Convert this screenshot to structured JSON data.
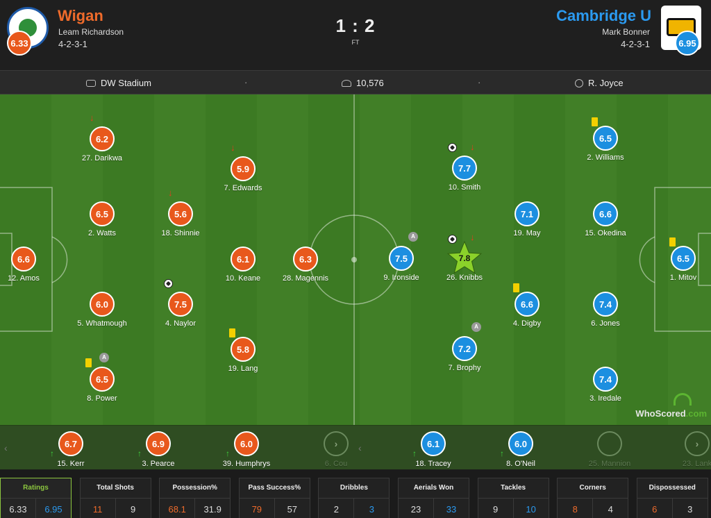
{
  "match": {
    "home": {
      "name": "Wigan",
      "manager": "Leam Richardson",
      "formation": "4-2-3-1",
      "rating": "6.33",
      "color": "#e8581c"
    },
    "away": {
      "name": "Cambridge U",
      "manager": "Mark Bonner",
      "formation": "4-2-3-1",
      "rating": "6.95",
      "color": "#1c8fe0"
    },
    "score": "1 : 2",
    "status": "FT"
  },
  "info": {
    "venue": "DW Stadium",
    "attendance": "10,576",
    "referee": "R. Joyce",
    "separator": "·"
  },
  "players": [
    {
      "id": "amos",
      "label": "12. Amos",
      "rating": "6.6",
      "side": "home",
      "events": []
    },
    {
      "id": "darikwa",
      "label": "27. Darikwa",
      "rating": "6.2",
      "side": "home",
      "events": [
        "sub-off"
      ]
    },
    {
      "id": "watts",
      "label": "2. Watts",
      "rating": "6.5",
      "side": "home",
      "events": []
    },
    {
      "id": "whatmough",
      "label": "5. Whatmough",
      "rating": "6.0",
      "side": "home",
      "events": []
    },
    {
      "id": "power",
      "label": "8. Power",
      "rating": "6.5",
      "side": "home",
      "events": [
        "yellow-card",
        "assist"
      ]
    },
    {
      "id": "shinnie",
      "label": "18. Shinnie",
      "rating": "5.6",
      "side": "home",
      "events": [
        "sub-off"
      ]
    },
    {
      "id": "naylor",
      "label": "4. Naylor",
      "rating": "7.5",
      "side": "home",
      "events": [
        "goal"
      ]
    },
    {
      "id": "edwards",
      "label": "7. Edwards",
      "rating": "5.9",
      "side": "home",
      "events": [
        "sub-off"
      ]
    },
    {
      "id": "keane",
      "label": "10. Keane",
      "rating": "6.1",
      "side": "home",
      "events": []
    },
    {
      "id": "lang",
      "label": "19. Lang",
      "rating": "5.8",
      "side": "home",
      "events": [
        "yellow-card"
      ]
    },
    {
      "id": "magennis",
      "label": "28. Magennis",
      "rating": "6.3",
      "side": "home",
      "events": []
    },
    {
      "id": "ironside",
      "label": "9. Ironside",
      "rating": "7.5",
      "side": "away",
      "events": [
        "assist"
      ]
    },
    {
      "id": "smith",
      "label": "10. Smith",
      "rating": "7.7",
      "side": "away",
      "events": [
        "goal",
        "sub-off"
      ]
    },
    {
      "id": "knibbs",
      "label": "26. Knibbs",
      "rating": "7.8",
      "side": "away",
      "events": [
        "goal",
        "sub-off"
      ],
      "man_of_match": true
    },
    {
      "id": "brophy",
      "label": "7. Brophy",
      "rating": "7.2",
      "side": "away",
      "events": [
        "assist"
      ]
    },
    {
      "id": "may",
      "label": "19. May",
      "rating": "7.1",
      "side": "away",
      "events": []
    },
    {
      "id": "digby",
      "label": "4. Digby",
      "rating": "6.6",
      "side": "away",
      "events": [
        "yellow-card"
      ]
    },
    {
      "id": "williams",
      "label": "2. Williams",
      "rating": "6.5",
      "side": "away",
      "events": [
        "yellow-card"
      ]
    },
    {
      "id": "okedina",
      "label": "15. Okedina",
      "rating": "6.6",
      "side": "away",
      "events": []
    },
    {
      "id": "jones",
      "label": "6. Jones",
      "rating": "7.4",
      "side": "away",
      "events": []
    },
    {
      "id": "iredale",
      "label": "3. Iredale",
      "rating": "7.4",
      "side": "away",
      "events": []
    },
    {
      "id": "mitov",
      "label": "1. Mitov",
      "rating": "6.5",
      "side": "away",
      "events": [
        "yellow-card"
      ]
    }
  ],
  "bench": {
    "home": [
      {
        "label": "15. Kerr",
        "rating": "6.7"
      },
      {
        "label": "3. Pearce",
        "rating": "6.9"
      },
      {
        "label": "39. Humphrys",
        "rating": "6.0"
      },
      {
        "label": "6. Cou",
        "rating": ""
      }
    ],
    "away": [
      {
        "label": "18. Tracey",
        "rating": "6.1"
      },
      {
        "label": "8. O'Neil",
        "rating": "6.0"
      },
      {
        "label": "25. Mannion",
        "rating": ""
      },
      {
        "label": "23. Lank",
        "rating": ""
      }
    ],
    "prev_icon": "chevron-left-icon",
    "next_icon": "chevron-right-icon"
  },
  "watermark": {
    "text": "WhoScored",
    "suffix": ".com"
  },
  "stats": [
    {
      "label": "Ratings",
      "home": "6.33",
      "away": "6.95",
      "active": true
    },
    {
      "label": "Total Shots",
      "home": "11",
      "away": "9"
    },
    {
      "label": "Possession%",
      "home": "68.1",
      "away": "31.9"
    },
    {
      "label": "Pass Success%",
      "home": "79",
      "away": "57"
    },
    {
      "label": "Dribbles",
      "home": "2",
      "away": "3"
    },
    {
      "label": "Aerials Won",
      "home": "23",
      "away": "33"
    },
    {
      "label": "Tackles",
      "home": "9",
      "away": "10"
    },
    {
      "label": "Corners",
      "home": "8",
      "away": "4"
    },
    {
      "label": "Dispossessed",
      "home": "6",
      "away": "3"
    }
  ]
}
